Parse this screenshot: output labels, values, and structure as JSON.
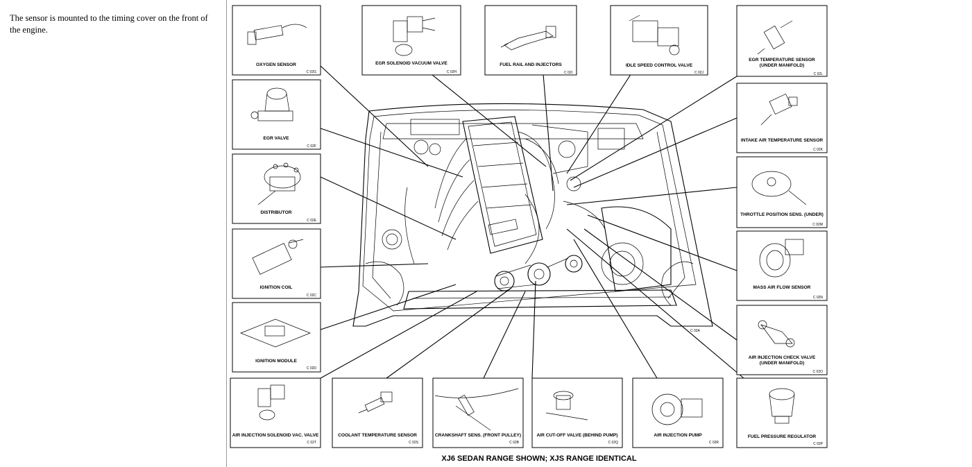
{
  "caption": "The sensor is mounted to the timing cover on the front of the engine.",
  "footer": "XJ6 SEDAN RANGE SHOWN; XJS RANGE IDENTICAL",
  "engine_code": "C 02A",
  "components": [
    {
      "id": "oxygen",
      "label": "OXYGEN SENSOR",
      "code": "C 02G"
    },
    {
      "id": "egr-solenoid",
      "label": "EGR SOLENOID VACUUM VALVE",
      "code": "C 02H"
    },
    {
      "id": "fuel-rail",
      "label": "FUEL RAIL AND INJECTORS",
      "code": "C 02I"
    },
    {
      "id": "idle-speed",
      "label": "IDLE SPEED CONTROL VALVE",
      "code": "C 02J"
    },
    {
      "id": "egr-temp",
      "label": "EGR TEMPERATURE SENSOR",
      "label2": "(UNDER MANIFOLD)",
      "code": "C 02L"
    },
    {
      "id": "egr-valve",
      "label": "EGR VALVE",
      "code": "C 02F"
    },
    {
      "id": "intake-air",
      "label": "INTAKE AIR TEMPERATURE SENSOR",
      "code": "C 02K"
    },
    {
      "id": "distributor",
      "label": "DISTRIBUTOR",
      "code": "C 02E"
    },
    {
      "id": "throttle",
      "label": "THROTTLE POSITION SENS. (UNDER)",
      "code": "C 02M"
    },
    {
      "id": "ignition-coil",
      "label": "IGNITION COIL",
      "code": "C 02C"
    },
    {
      "id": "maf",
      "label": "MASS AIR FLOW SENSOR",
      "code": "C 02N"
    },
    {
      "id": "ignition-module",
      "label": "IGNITION MODULE",
      "code": "C 02D"
    },
    {
      "id": "air-check",
      "label": "AIR INJECTION CHECK VALVE",
      "label2": "(UNDER MANIFOLD)",
      "code": "C 02O"
    },
    {
      "id": "air-solenoid",
      "label": "AIR INJECTION SOLENOID VAC. VALVE",
      "code": "C 02T"
    },
    {
      "id": "coolant",
      "label": "COOLANT TEMPERATURE SENSOR",
      "code": "C 02S"
    },
    {
      "id": "crankshaft",
      "label": "CRANKSHAFT SENS. (FRONT PULLEY)",
      "code": "C 02B"
    },
    {
      "id": "air-cutoff",
      "label": "AIR CUT-OFF VALVE (BEHIND PUMP)",
      "code": "C 02Q"
    },
    {
      "id": "air-pump",
      "label": "AIR INJECTION PUMP",
      "code": "C 02R"
    },
    {
      "id": "fuel-pressure",
      "label": "FUEL PRESSURE REGULATOR",
      "code": "C 02P"
    }
  ]
}
